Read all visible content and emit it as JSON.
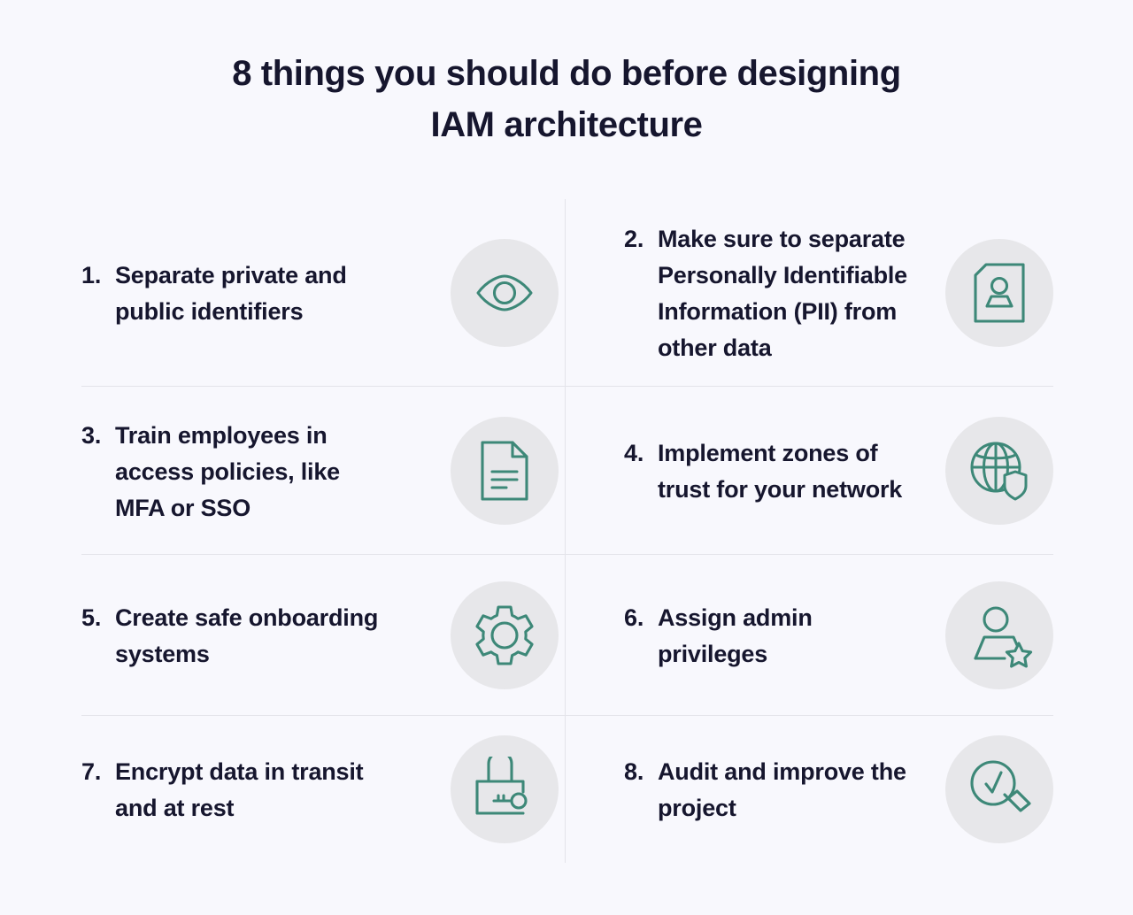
{
  "title": {
    "line1": "8 things you should do before designing",
    "line2": "IAM architecture"
  },
  "colors": {
    "background": "#f8f8fd",
    "text": "#16162e",
    "icon_stroke": "#3d8878",
    "icon_circle": "#e7e7ea",
    "divider": "#e4e4ea"
  },
  "items": [
    {
      "number": "1.",
      "label": "Separate private and public identifiers",
      "icon": "eye-icon"
    },
    {
      "number": "2.",
      "label": "Make sure to separate Personally Identifiable Information (PII) from other data",
      "icon": "id-card-person-icon"
    },
    {
      "number": "3.",
      "label": "Train employees in access policies, like MFA or SSO",
      "icon": "document-icon"
    },
    {
      "number": "4.",
      "label": "Implement zones of trust for your network",
      "icon": "globe-shield-icon"
    },
    {
      "number": "5.",
      "label": "Create safe onboarding systems",
      "icon": "gear-icon"
    },
    {
      "number": "6.",
      "label": "Assign admin privileges",
      "icon": "user-star-icon"
    },
    {
      "number": "7.",
      "label": "Encrypt data in transit and at rest",
      "icon": "lock-key-icon"
    },
    {
      "number": "8.",
      "label": "Audit and improve the project",
      "icon": "magnifier-check-icon"
    }
  ]
}
